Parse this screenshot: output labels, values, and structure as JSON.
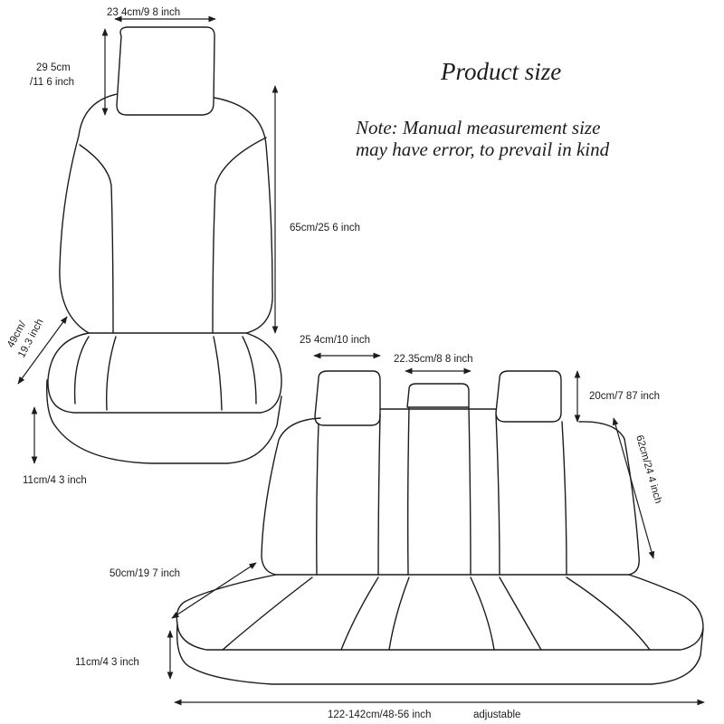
{
  "title": "Product size",
  "note": {
    "line1": "Note: Manual measurement size",
    "line2": "may have error, to prevail in kind"
  },
  "front_seat": {
    "headrest_width": "23 4cm/9 8 inch",
    "headrest_height_cm": "29 5cm",
    "headrest_height_inch": "/11 6 inch",
    "backrest_height": "65cm/25 6 inch",
    "cushion_depth_cm": "49cm/",
    "cushion_depth_inch": "19.3 inch",
    "cushion_thickness": "11cm/4 3 inch"
  },
  "rear_seat": {
    "side_headrest_width": "25 4cm/10 inch",
    "middle_headrest_width": "22.35cm/8 8 inch",
    "headrest_height": "20cm/7 87 inch",
    "backrest_height": "62cm/24 4 inch",
    "cushion_depth": "50cm/19 7 inch",
    "cushion_thickness": "11cm/4 3 inch",
    "total_width": "122-142cm/48-56 inch",
    "adjustable_note": "adjustable"
  }
}
